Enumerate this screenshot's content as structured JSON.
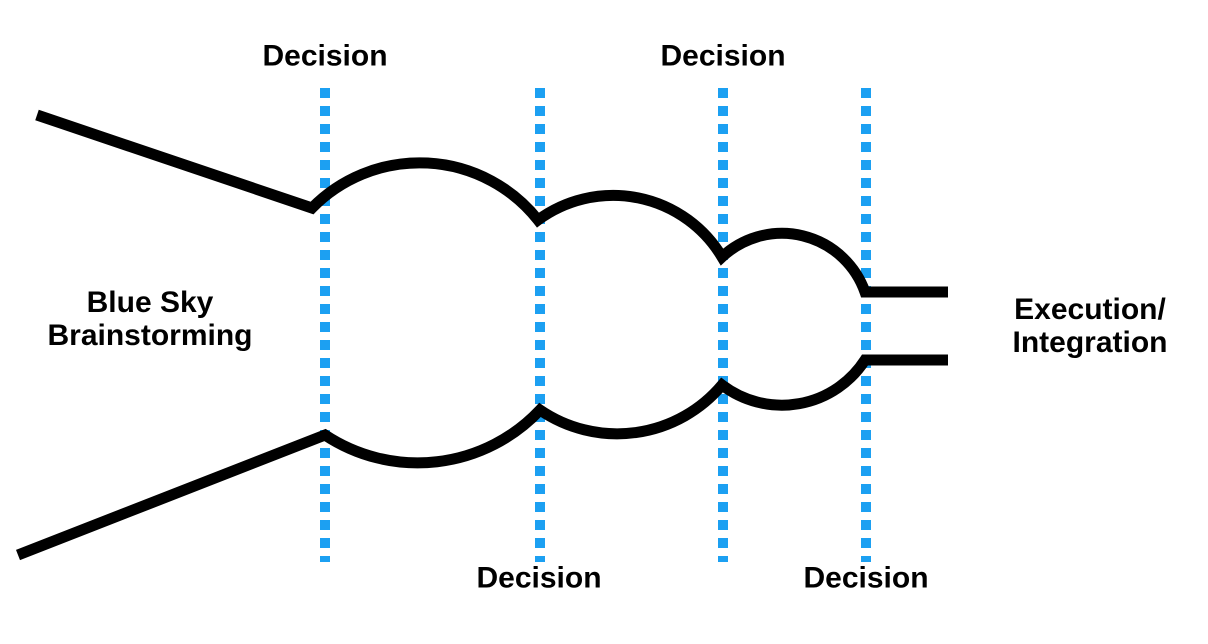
{
  "colors": {
    "background": "#FFFFFF",
    "ink": "#000000",
    "decision": "#1CA0F2"
  },
  "labels": {
    "start": {
      "line1": "Blue Sky",
      "line2": "Brainstorming"
    },
    "end": {
      "line1": "Execution/",
      "line2": "Integration"
    },
    "decisions": [
      {
        "label": "Decision",
        "position": "top-of-line-1"
      },
      {
        "label": "Decision",
        "position": "top-of-line-3"
      },
      {
        "label": "Decision",
        "position": "bottom-of-line-2"
      },
      {
        "label": "Decision",
        "position": "bottom-of-line-4"
      }
    ]
  }
}
